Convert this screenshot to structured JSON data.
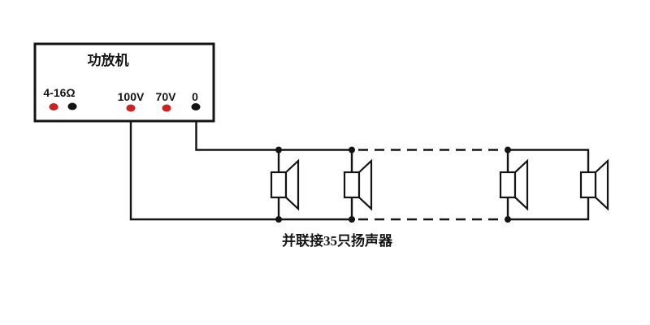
{
  "diagram": {
    "type": "parallel-speaker-wiring-circuit",
    "caption": "并联接35只扬声器",
    "amplifier": {
      "label": "功放机",
      "terminals": [
        {
          "id": "impedance-4-16-ohm",
          "label": "4-16Ω",
          "dot_colors": [
            "red",
            "black"
          ]
        },
        {
          "id": "100v",
          "label": "100V",
          "dot_colors": [
            "red"
          ],
          "wired_to": "bottom-bus"
        },
        {
          "id": "70v",
          "label": "70V",
          "dot_colors": [
            "red"
          ]
        },
        {
          "id": "0",
          "label": "0",
          "dot_colors": [
            "black"
          ],
          "wired_to": "top-bus"
        }
      ]
    },
    "speakers": {
      "symbols_drawn": 4,
      "total_stated": 35,
      "connection": "parallel"
    },
    "colors": {
      "background": "#ffffff",
      "wire": "#141414",
      "terminal_red": "#cc2222",
      "terminal_black": "#141414"
    }
  }
}
